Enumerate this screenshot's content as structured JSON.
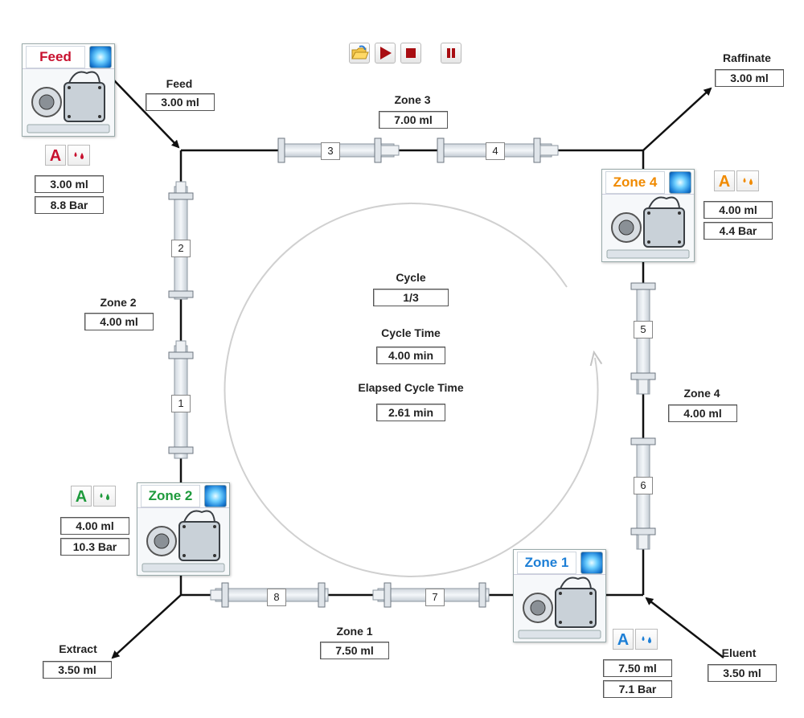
{
  "toolbar": {
    "open": "folder-open-icon",
    "run": "play-icon",
    "stop": "stop-icon",
    "pause": "pause-icon"
  },
  "center": {
    "cycle_label": "Cycle",
    "cycle_value": "1/3",
    "cycle_time_label": "Cycle Time",
    "cycle_time_value": "4.00 min",
    "elapsed_label": "Elapsed Cycle Time",
    "elapsed_value": "2.61 min"
  },
  "streams": {
    "feed_label": "Feed",
    "feed_value": "3.00 ml",
    "raffinate_label": "Raffinate",
    "raffinate_value": "3.00 ml",
    "extract_label": "Extract",
    "extract_value": "3.50 ml",
    "eluent_label": "Eluent",
    "eluent_value": "3.50 ml"
  },
  "zones": {
    "zone1_label": "Zone 1",
    "zone1_value": "7.50 ml",
    "zone2_label": "Zone 2",
    "zone2_value": "4.00 ml",
    "zone3_label": "Zone 3",
    "zone3_value": "7.00 ml",
    "zone4_label": "Zone 4",
    "zone4_value": "4.00 ml"
  },
  "pumps": {
    "feed": {
      "title": "Feed",
      "color": "#c8102e",
      "mode": "A",
      "volume": "3.00 ml",
      "pressure": "8.8 Bar"
    },
    "zone4": {
      "title": "Zone 4",
      "color": "#f08a00",
      "mode": "A",
      "volume": "4.00 ml",
      "pressure": "4.4 Bar"
    },
    "zone2": {
      "title": "Zone 2",
      "color": "#1e9a3c",
      "mode": "A",
      "volume": "4.00 ml",
      "pressure": "10.3 Bar"
    },
    "zone1": {
      "title": "Zone 1",
      "color": "#1d7fd6",
      "mode": "A",
      "volume": "7.50 ml",
      "pressure": "7.1 Bar"
    }
  },
  "columns": [
    "1",
    "2",
    "3",
    "4",
    "5",
    "6",
    "7",
    "8"
  ],
  "icons": [
    "led-indicator-icon",
    "pump-icon",
    "droplet-icon",
    "arrow-icon",
    "cycle-arrow-icon"
  ]
}
